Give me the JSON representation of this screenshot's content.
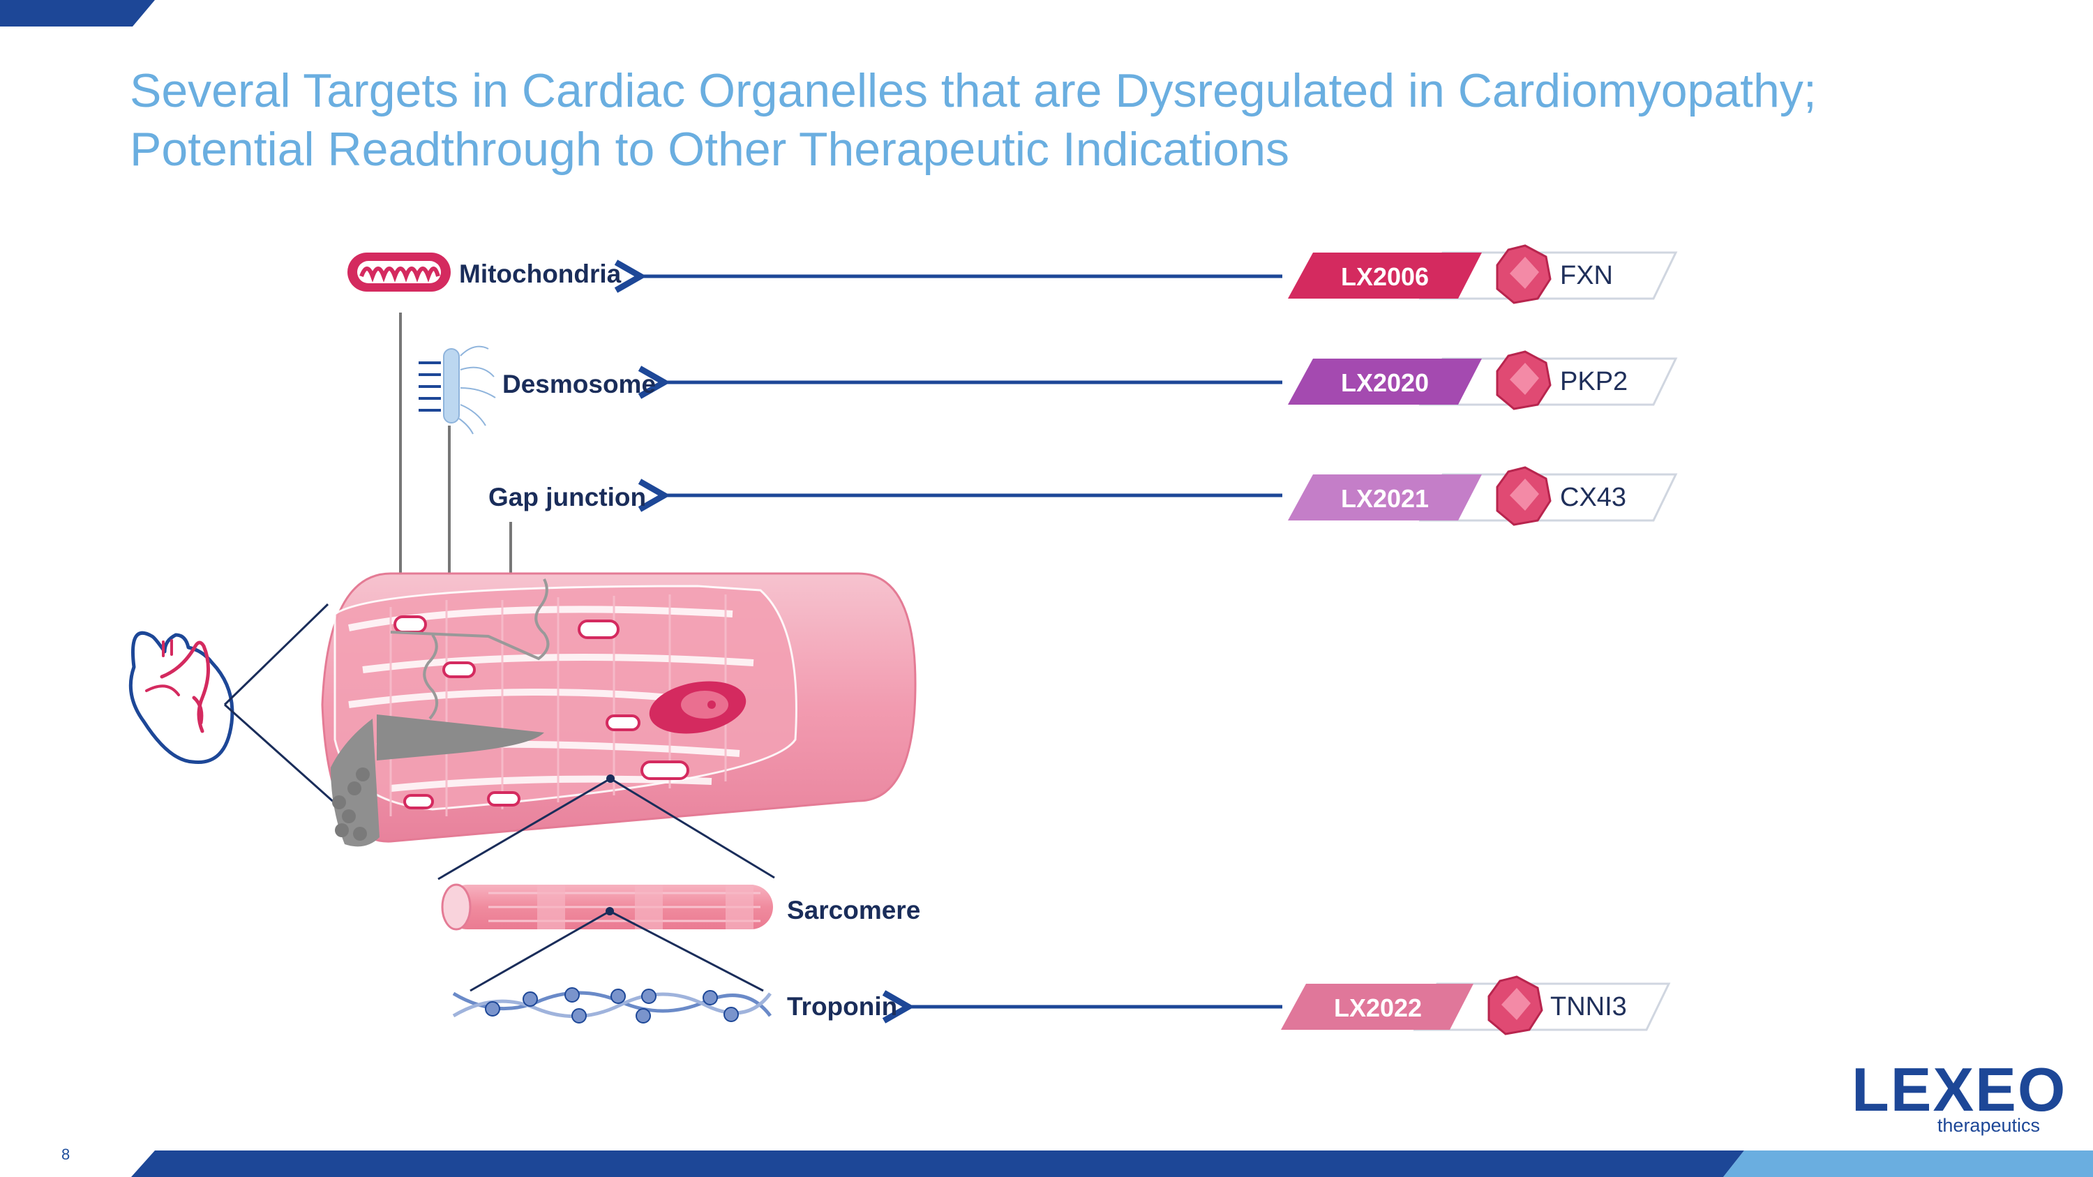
{
  "slide": {
    "title_line1": "Several Targets in Cardiac Organelles that are Dysregulated in Cardiomyopathy;",
    "title_line2": "Potential Readthrough to Other Therapeutic Indications",
    "page_number": "8"
  },
  "organelles": {
    "mitochondria": "Mitochondria",
    "desmosome": "Desmosome",
    "gap_junction": "Gap junction",
    "sarcomere": "Sarcomere",
    "troponin": "Troponin"
  },
  "programs": [
    {
      "code": "LX2006",
      "gene": "FXN",
      "color": "#d42a5f"
    },
    {
      "code": "LX2020",
      "gene": "PKP2",
      "color": "#a44ab0"
    },
    {
      "code": "LX2021",
      "gene": "CX43",
      "color": "#c47ec8"
    },
    {
      "code": "LX2022",
      "gene": "TNNI3",
      "color": "#e0779a"
    }
  ],
  "logo": {
    "main": "LEXEO",
    "sub": "therapeutics"
  },
  "colors": {
    "title": "#6aaee0",
    "arrow": "#1d4797",
    "label": "#1a2d5a",
    "footer_dark": "#1d4797",
    "footer_light": "#6aaee0",
    "tissue_pink": "#f08b9e",
    "nucleus": "#d42a5f"
  }
}
